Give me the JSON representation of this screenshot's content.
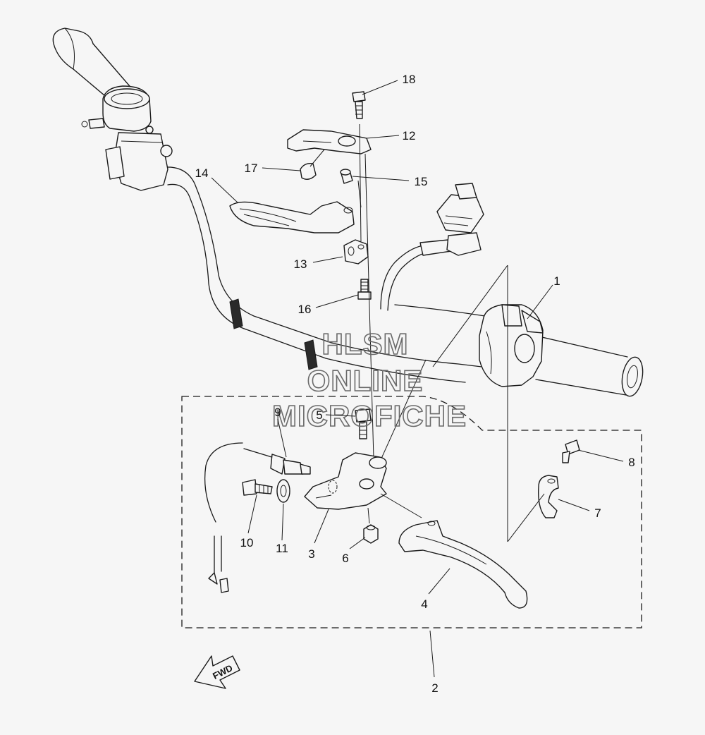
{
  "callouts": [
    {
      "id": "1",
      "text": "1"
    },
    {
      "id": "2",
      "text": "2"
    },
    {
      "id": "3",
      "text": "3"
    },
    {
      "id": "4",
      "text": "4"
    },
    {
      "id": "5",
      "text": "5"
    },
    {
      "id": "6",
      "text": "6"
    },
    {
      "id": "7",
      "text": "7"
    },
    {
      "id": "8",
      "text": "8"
    },
    {
      "id": "9",
      "text": "9"
    },
    {
      "id": "10",
      "text": "10"
    },
    {
      "id": "11",
      "text": "11"
    },
    {
      "id": "12",
      "text": "12"
    },
    {
      "id": "13",
      "text": "13"
    },
    {
      "id": "14",
      "text": "14"
    },
    {
      "id": "15",
      "text": "15"
    },
    {
      "id": "16",
      "text": "16"
    },
    {
      "id": "17",
      "text": "17"
    },
    {
      "id": "18",
      "text": "18"
    }
  ],
  "watermark": {
    "line1": "HLSM",
    "line2": "ONLINE",
    "line3": "MICROFICHE"
  },
  "direction_arrow": {
    "label": "FWD",
    "icon": "fwd-arrow-icon"
  }
}
